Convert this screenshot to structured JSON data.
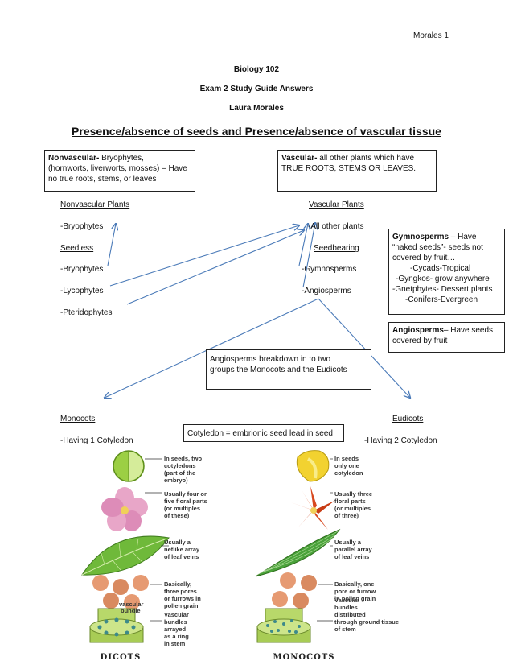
{
  "header": {
    "page_label": "Morales  1",
    "course": "Biology 102",
    "subtitle": "Exam 2 Study Guide Answers",
    "author": "Laura Morales",
    "main_heading": "Presence/absence of seeds and Presence/absence of vascular tissue"
  },
  "boxes": {
    "nonvascular_term": "Nonvascular-",
    "nonvascular_line1": " Bryophytes,",
    "nonvascular_line2": "(hornworts, liverworts, mosses) – Have",
    "nonvascular_line3": "no true roots, stems, or leaves",
    "vascular_term": "Vascular-",
    "vascular_line1": " all other plants which have",
    "vascular_line2": "TRUE ROOTS, STEMS OR LEAVES.",
    "gymno_term": "Gymnosperms",
    "gymno_line1": " – Have",
    "gymno_line2": "“naked seeds”- seeds not",
    "gymno_line3": "covered by fruit…",
    "gymno_line4": "-Cycads-Tropical",
    "gymno_line5": "-Gyngkos- grow anywhere",
    "gymno_line6": "-Gnetphytes- Dessert plants",
    "gymno_line7": "-Conifers-Evergreen",
    "angio_term": "Angiosperms",
    "angio_line1": "– Have seeds",
    "angio_line2": "covered by fruit",
    "breakdown_line1": "Angiosperms breakdown in to two",
    "breakdown_line2": "groups the Monocots and the Eudicots",
    "cotyledon": "Cotyledon = embrionic seed lead in seed"
  },
  "left_list": {
    "heading": "Nonvascular Plants",
    "item1": "-Bryophytes",
    "subheading": "Seedless",
    "item2": "-Bryophytes",
    "item3": "-Lycophytes",
    "item4": "-Pteridophytes"
  },
  "right_list": {
    "heading": "Vascular Plants",
    "item1": "-All other plants",
    "subheading": "Seedbearing",
    "item2": "-Gymnosperms",
    "item3": "-Angiosperms"
  },
  "groups": {
    "monocots": "Monocots",
    "monocots_desc": "-Having 1 Cotyledon",
    "eudicots": "Eudicots",
    "eudicots_desc": "-Having 2 Cotyledon"
  },
  "figure": {
    "dicots": {
      "caption": "DICOTS",
      "seed": [
        "In seeds, two",
        "cotyledons",
        "(part of the",
        "embryo)"
      ],
      "flower": [
        "Usually four or",
        "five floral parts",
        "(or multiples",
        "of these)"
      ],
      "leaf": [
        "Usually a",
        "netlike array",
        "of leaf veins"
      ],
      "pollen": [
        "Basically,",
        "three pores",
        "or furrows in",
        "pollen grain"
      ],
      "stem": [
        "Vascular",
        "bundles",
        "arrayed",
        "as a ring",
        "in stem"
      ],
      "bundle_label": "vascular",
      "bundle_label2": "bundle"
    },
    "monocots": {
      "caption": "MONOCOTS",
      "seed": [
        "In seeds",
        "only one",
        "cotyledon"
      ],
      "flower": [
        "Usually three",
        "floral parts",
        "(or multiples",
        "of three)"
      ],
      "leaf": [
        "Usually a",
        "parallel array",
        "of leaf veins"
      ],
      "pollen": [
        "Basically, one",
        "pore or furrow",
        "in pollen grain"
      ],
      "stem": [
        "Vascular",
        "bundles",
        "distributed",
        "through ground tissue",
        "of stem"
      ]
    }
  },
  "colors": {
    "arrow": "#4a7ab8",
    "box_border": "#222222"
  }
}
